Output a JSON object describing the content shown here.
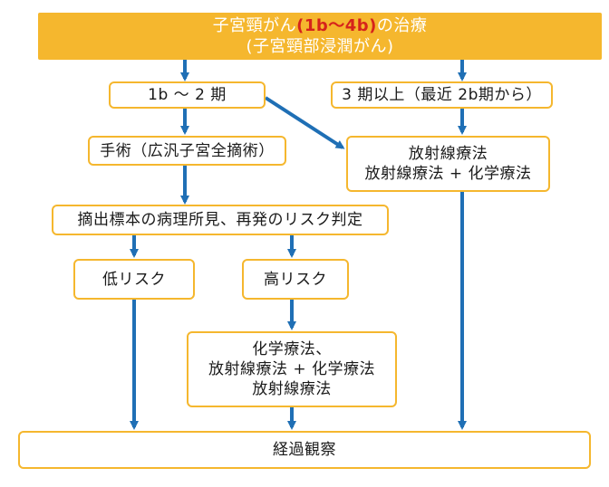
{
  "top": {
    "line1_pre": "子宮頸がん",
    "line1_highlight": "(1b〜4b)",
    "line1_post": "の治療",
    "line2": "(子宮頸部浸潤がん)"
  },
  "early_stage": "1b 〜 2 期",
  "late_stage": "3 期以上（最近 2b期から）",
  "surgery": "手術（広汎子宮全摘術）",
  "radiation_options": [
    "放射線療法",
    "放射線療法 + 化学療法"
  ],
  "pathology": "摘出標本の病理所見、再発のリスク判定",
  "low_risk": "低リスク",
  "high_risk": "高リスク",
  "adjuvant_options": [
    "化学療法、",
    "放射線療法 + 化学療法",
    "放射線療法"
  ],
  "followup": "経過観察",
  "colors": {
    "box_border": "#f5b72e",
    "header_fill": "#f5b72e",
    "arrow": "#1f6fb5",
    "highlight": "#d6231b"
  }
}
